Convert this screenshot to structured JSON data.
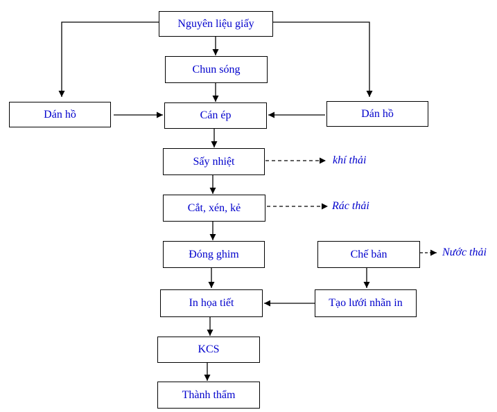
{
  "nodes": {
    "raw_paper": "Nguyên liệu giấy",
    "corrugating": "Chun sóng",
    "glue_left": "Dán hồ",
    "pressing": "Cán ép",
    "glue_right": "Dán hồ",
    "heat_drying": "Sấy nhiệt",
    "cutting": "Cắt, xén, kẻ",
    "stapling": "Đóng ghim",
    "plate_making": "Chế bản",
    "pattern_printing": "In họa tiết",
    "mesh_printing": "Tạo lưới nhãn in",
    "kcs": "KCS",
    "finished": "Thành thẩm"
  },
  "outputs": {
    "exhaust_gas": "khí thải",
    "waste": "Rác thải",
    "waste_water": "Nước thải"
  },
  "colors": {
    "text": "#0000cc",
    "lines": "#000000"
  }
}
